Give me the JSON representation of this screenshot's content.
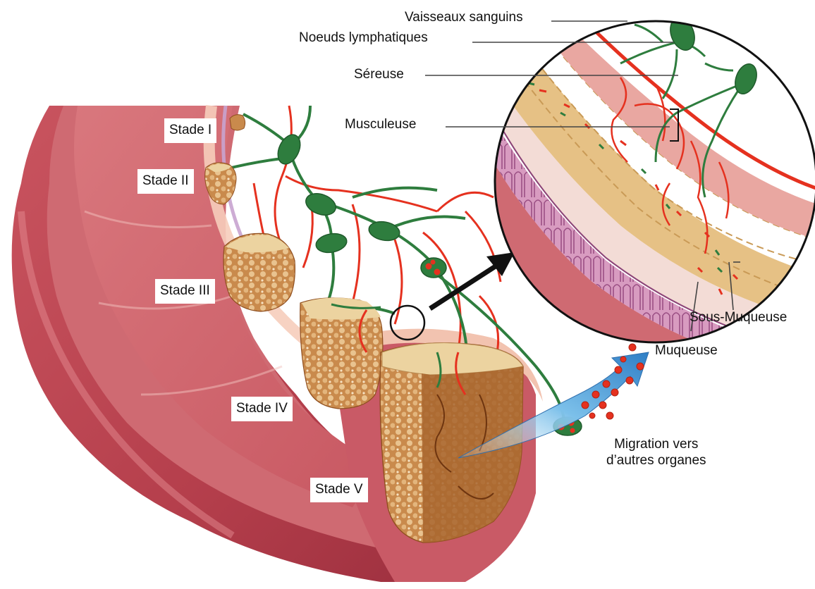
{
  "labels": {
    "vaisseaux": "Vaisseaux sanguins",
    "noeuds": "Noeuds lymphatiques",
    "sereuse": "Séreuse",
    "musculeuse": "Musculeuse",
    "sous_muqueuse": "Sous-Muqueuse",
    "muqueuse": "Muqueuse",
    "migration_line1": "Migration vers",
    "migration_line2": "d’autres organes"
  },
  "stages": [
    {
      "label": "Stade I"
    },
    {
      "label": "Stade II"
    },
    {
      "label": "Stade III"
    },
    {
      "label": "Stade IV"
    },
    {
      "label": "Stade V"
    }
  ],
  "colors": {
    "wall_outer": "#b0404e",
    "wall_mid": "#d0727a",
    "wall_inner": "#e59895",
    "lumen_edge": "#f3c6b4",
    "tumor_top": "#ecd3a0",
    "tumor_side": "#c98a4c",
    "tumor_dark": "#8f4f1f",
    "lymph_green": "#2e7d3e",
    "blood_red": "#e5311f",
    "serosa_pink": "#e9a7a1",
    "muscle_tan": "#e6c185",
    "submucosa_pale": "#f3dcd6",
    "mucosa_purple": "#c683ad",
    "arrow_blue": "#3b8fd0"
  }
}
